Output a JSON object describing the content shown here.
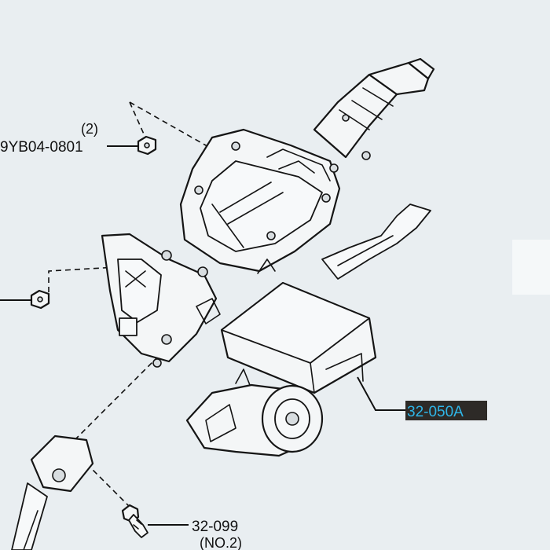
{
  "callouts": {
    "nut_top": {
      "part_number": "9YB04-0801",
      "quantity": "(2)"
    },
    "module": {
      "part_number": "32-050A"
    },
    "bolt": {
      "part_number": "32-099",
      "note": "(NO.2)"
    }
  },
  "colors": {
    "background": "#e9eef1",
    "line": "#111111",
    "highlight_box": "#2d2a27",
    "highlight_text": "#2fb6e8"
  }
}
